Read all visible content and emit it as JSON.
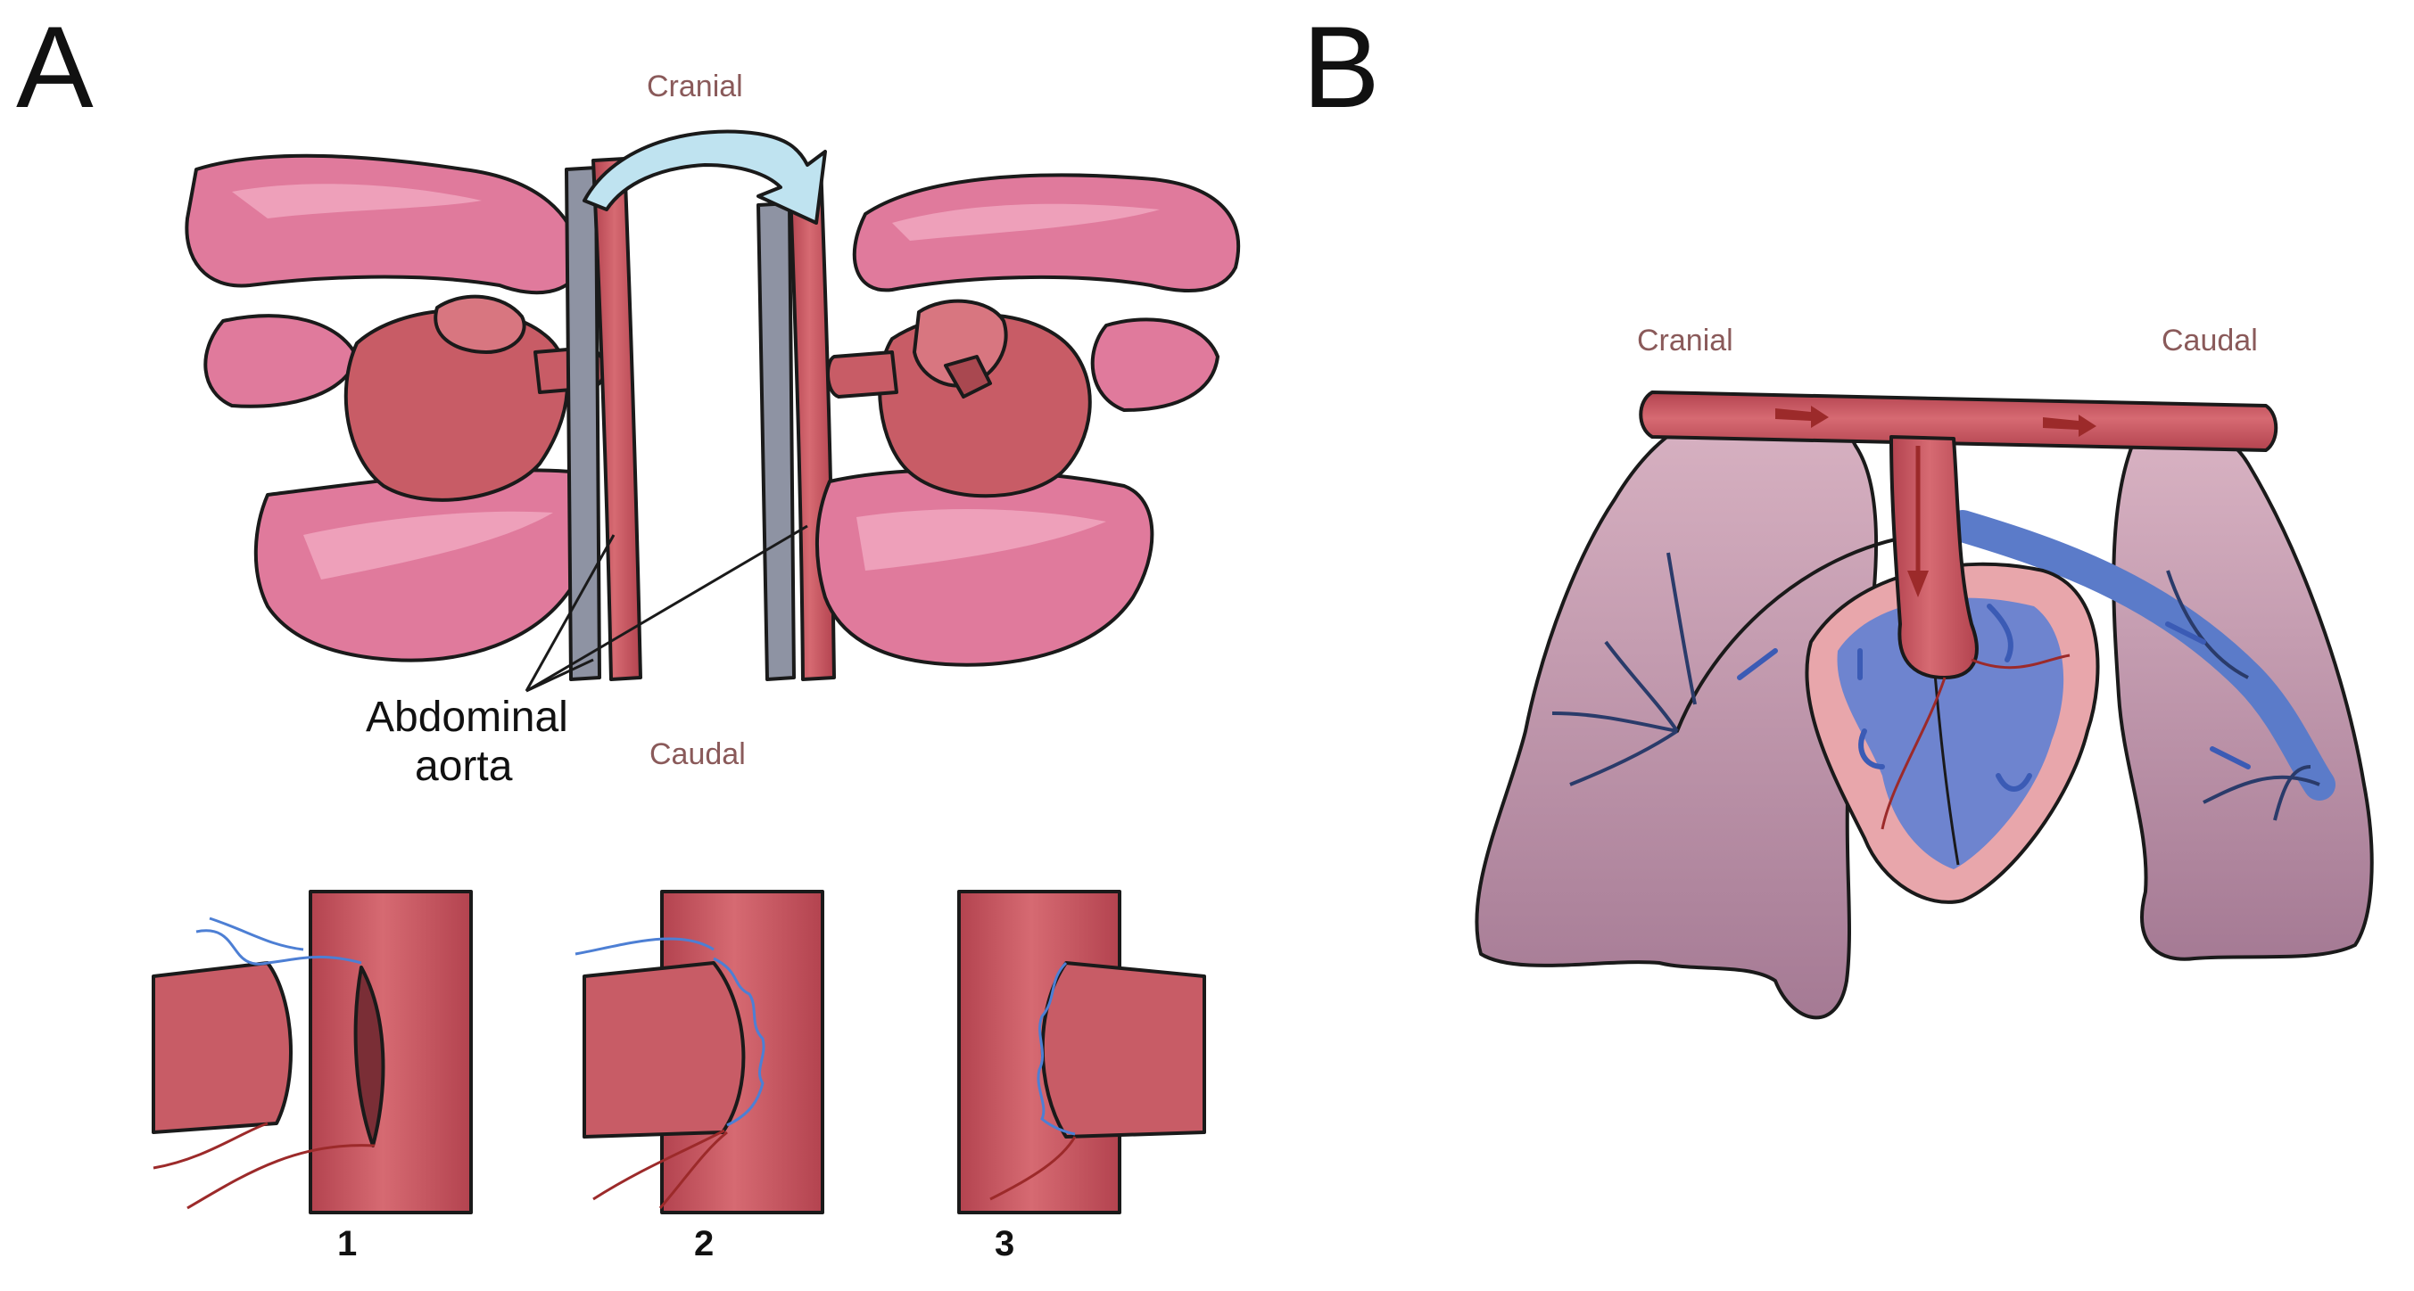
{
  "panel_a": {
    "letter": "A",
    "top_label": "Cranial",
    "bottom_label": "Caudal",
    "vessel_label_line1": "Abdominal",
    "vessel_label_line2": "aorta",
    "steps": [
      "1",
      "2",
      "3"
    ]
  },
  "panel_b": {
    "letter": "B",
    "left_label": "Cranial",
    "right_label": "Caudal"
  },
  "colors": {
    "lung_pink": "#e07a9c",
    "heart_red": "#c85c66",
    "aorta_red": "#c24a5a",
    "vein_grey": "#8e93a3",
    "vein_blue": "#5b7bc9",
    "lung_mauve": "#b98aa0",
    "arrow_blue": "#bfe3f0"
  }
}
